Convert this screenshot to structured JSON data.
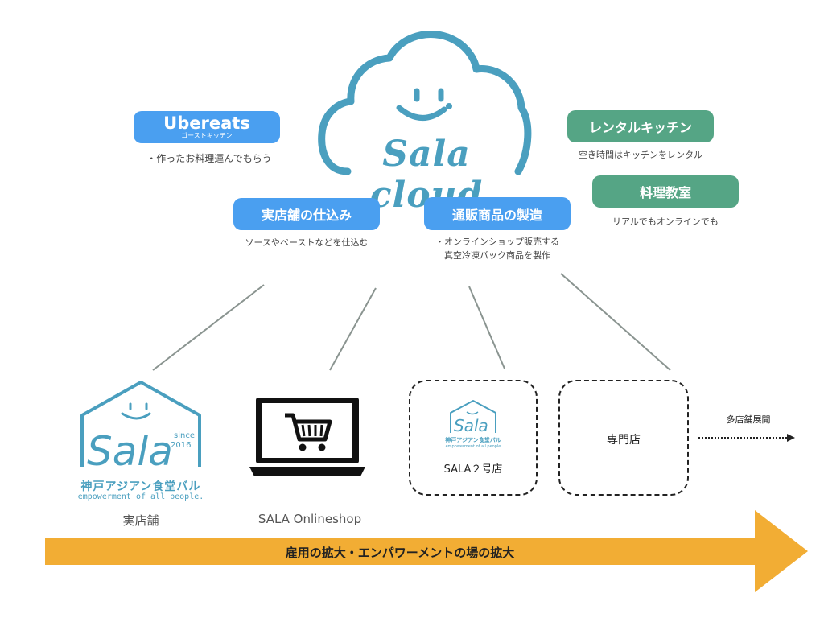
{
  "center": {
    "logo_text": "Sala cloud"
  },
  "services": {
    "ubereats": {
      "title": "Ubereats",
      "subtitle": "ゴーストキッチン",
      "caption": "・作ったお料理運んでもらう"
    },
    "prep": {
      "title": "実店舗の仕込み",
      "caption": "ソースやペーストなどを仕込む"
    },
    "mailorder": {
      "title": "通販商品の製造",
      "caption_line1": "・オンラインショップ販売する",
      "caption_line2": "真空冷凍パック商品を製作"
    },
    "rental": {
      "title": "レンタルキッチン",
      "caption": "空き時間はキッチンをレンタル"
    },
    "class": {
      "title": "料理教室",
      "caption": "リアルでもオンラインでも"
    }
  },
  "outlets": {
    "store": {
      "label": "実店舗",
      "logo_text": "Sala",
      "since": "since",
      "year": "2016",
      "name_jp": "神戸アジアン食堂バル",
      "tagline": "empowerment of all people."
    },
    "online": {
      "label": "SALA Onlineshop"
    },
    "store2": {
      "label": "SALA２号店",
      "logo_text": "Sala",
      "name_jp": "神戸アジアン食堂バル",
      "tagline": "empowerment of all people"
    },
    "specialty": {
      "label": "専門店"
    },
    "expansion": {
      "label": "多店舗展開"
    }
  },
  "banner": {
    "label": "雇用の拡大・エンパワーメントの場の拡大"
  },
  "colors": {
    "blue": "#4a9ff0",
    "green": "#55a585",
    "teal": "#4a9fbf",
    "orange": "#f2ad34"
  }
}
